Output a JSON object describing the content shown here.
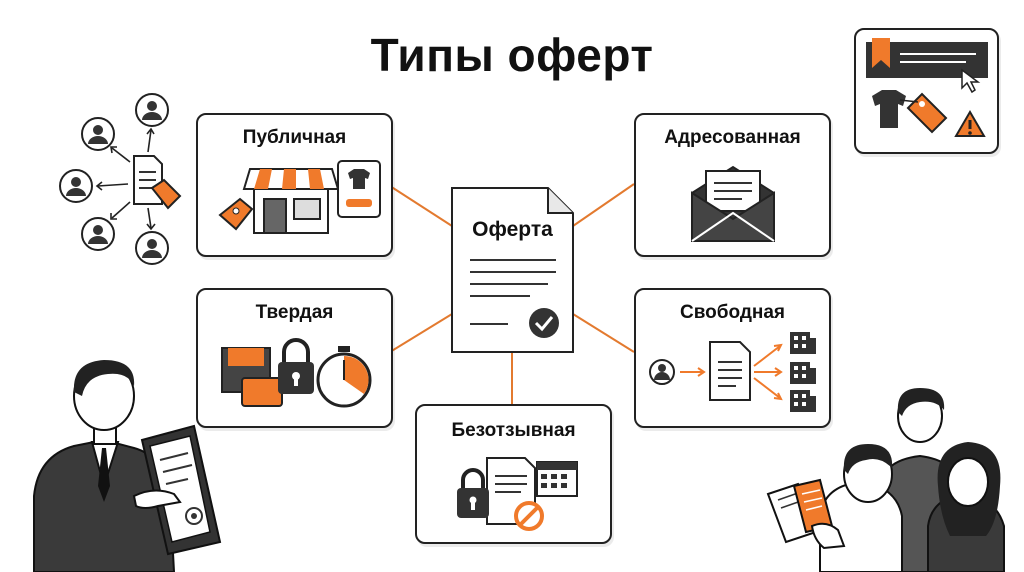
{
  "title": "Типы оферт",
  "center": {
    "label": "Оферта"
  },
  "types": {
    "public": "Публичная",
    "addressed": "Адресованная",
    "firm": "Твердая",
    "free": "Свободная",
    "irrevocable": "Безотзывная"
  },
  "colors": {
    "accent": "#f07a2b",
    "dark": "#2e2e2e",
    "line": "#e37a2f"
  }
}
